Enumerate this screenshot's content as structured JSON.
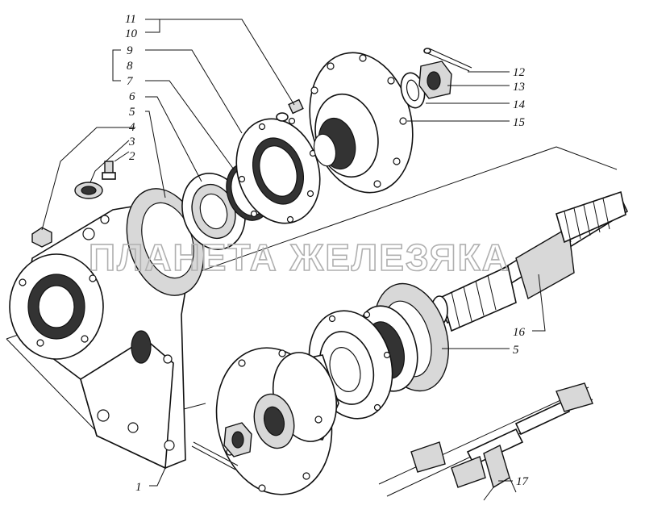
{
  "watermark": "ПЛАНЕТА ЖЕЛЕЗЯКА",
  "callouts": [
    {
      "id": "1",
      "text": "1"
    },
    {
      "id": "2",
      "text": "2"
    },
    {
      "id": "3",
      "text": "3"
    },
    {
      "id": "4",
      "text": "4"
    },
    {
      "id": "5a",
      "text": "5"
    },
    {
      "id": "5b",
      "text": "5"
    },
    {
      "id": "6",
      "text": "6"
    },
    {
      "id": "7",
      "text": "7"
    },
    {
      "id": "8",
      "text": "8"
    },
    {
      "id": "9",
      "text": "9"
    },
    {
      "id": "10",
      "text": "10"
    },
    {
      "id": "11",
      "text": "11"
    },
    {
      "id": "12",
      "text": "12"
    },
    {
      "id": "13",
      "text": "13"
    },
    {
      "id": "14",
      "text": "14"
    },
    {
      "id": "15",
      "text": "15"
    },
    {
      "id": "16",
      "text": "16"
    },
    {
      "id": "17",
      "text": "17"
    }
  ]
}
